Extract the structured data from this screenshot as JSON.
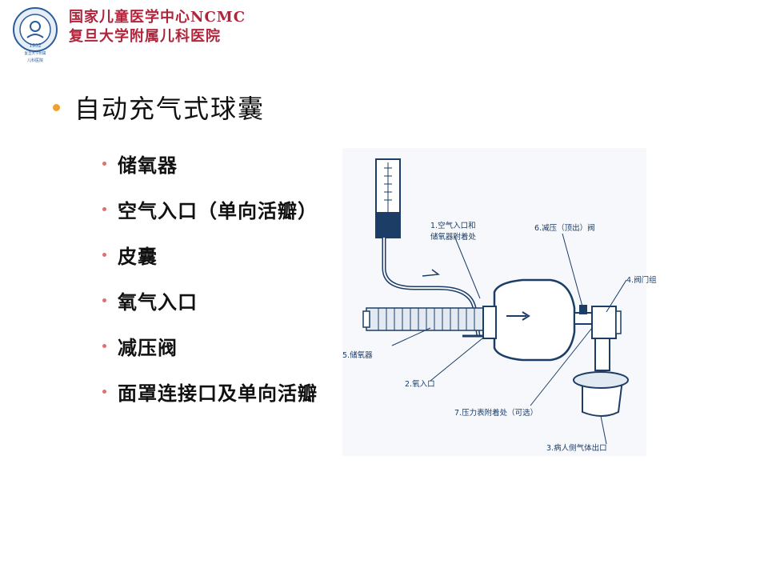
{
  "header": {
    "org_line1": "国家儿童医学中心NCMC",
    "org_line2": "复旦大学附属儿科医院",
    "logo_year": "1952",
    "logo_caption_line1": "复旦大学附属",
    "logo_caption_line2": "儿科医院"
  },
  "slide": {
    "title": "自动充气式球囊",
    "items": [
      "储氧器",
      "空气入口（单向活瓣）",
      "皮囊",
      "氧气入口",
      "减压阀",
      "面罩连接口及单向活瓣"
    ]
  },
  "diagram": {
    "labels": {
      "l1a": "1.空气入口和",
      "l1b": "储氧器附着处",
      "l2": "2.氧入口",
      "l3": "3.病人侧气体出口",
      "l4": "4.阀门组",
      "l5": "5.储氧器",
      "l6": "6.减压（顶出）阀",
      "l7": "7.压力表附着处（可选）"
    }
  },
  "colors": {
    "brand": "#b0253c",
    "bullet_main": "#f0a030",
    "bullet_sub": "#e07070",
    "diagram_ink": "#1c3d66"
  }
}
